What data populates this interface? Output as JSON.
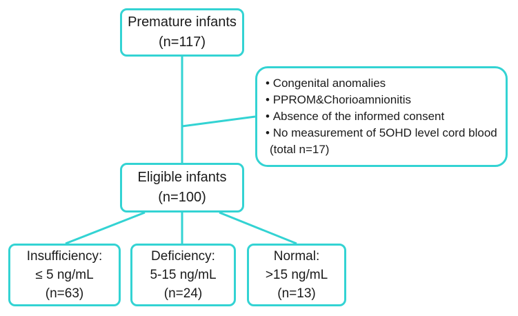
{
  "top_box": {
    "line1": "Premature infants",
    "line2": "(n=117)"
  },
  "exclusion_box": {
    "items": [
      "Congenital anomalies",
      "PPROM&Chorioamnionitis",
      "Absence of the informed consent",
      "No measurement of 5OHD level cord blood"
    ],
    "total": "(total n=17)"
  },
  "eligible_box": {
    "line1": "Eligible infants",
    "line2": "(n=100)"
  },
  "groups": [
    {
      "line1": "Insufficiency:",
      "line2": "≤ 5 ng/mL",
      "line3": "(n=63)"
    },
    {
      "line1": "Deficiency:",
      "line2": "5-15 ng/mL",
      "line3": "(n=24)"
    },
    {
      "line1": "Normal:",
      "line2": ">15 ng/mL",
      "line3": "(n=13)"
    }
  ],
  "colors": {
    "border": "#33d3d3",
    "text": "#1a1a1a"
  }
}
